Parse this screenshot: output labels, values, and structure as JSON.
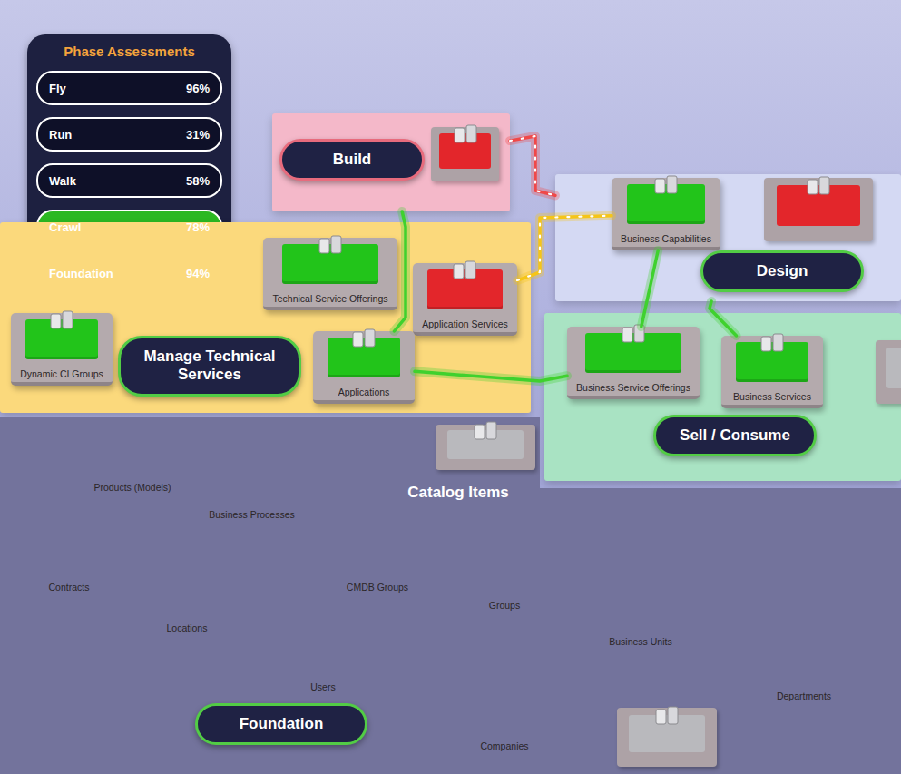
{
  "diagram": {
    "nodes": [
      {
        "text": [
          "Phase Assessments"
        ]
      },
      {
        "text": [
          "Fly",
          "96%"
        ],
        "in": 0
      },
      {
        "text": [
          "Run",
          "31%"
        ],
        "in": 0
      },
      {
        "text": [
          "Walk",
          "58%"
        ],
        "in": 0
      },
      {
        "text": [
          "Crawl",
          "78%"
        ],
        "in": 0
      },
      {
        "text": [
          "Foundation",
          "94%"
        ],
        "in": 0
      },
      {
        "text": [
          "Build"
        ]
      },
      {
        "text": [
          "Design"
        ]
      },
      {
        "text": [
          "Business Capabilities"
        ],
        "in": 7
      },
      {
        "text": [
          "Manage Technical Services"
        ]
      },
      {
        "text": [
          "Dynamic CI Groups"
        ],
        "in": 9
      },
      {
        "text": [
          "Technical Service Offerings"
        ],
        "in": 9
      },
      {
        "text": [
          "Application Services"
        ],
        "in": 9
      },
      {
        "text": [
          "Applications"
        ],
        "in": 9
      },
      {
        "text": [
          "Sell / Consume"
        ]
      },
      {
        "text": [
          "Business Service Offerings"
        ],
        "in": 14
      },
      {
        "text": [
          "Business Services"
        ],
        "in": 14
      },
      {
        "text": [
          "Foundation"
        ]
      },
      {
        "text": [
          "Catalog Items"
        ],
        "in": 17
      },
      {
        "text": [
          "Products (Models)"
        ],
        "in": 17
      },
      {
        "text": [
          "Business Processes"
        ],
        "in": 17
      },
      {
        "text": [
          "Contracts"
        ],
        "in": 17
      },
      {
        "text": [
          "Locations"
        ],
        "in": 17
      },
      {
        "text": [
          "CMDB Groups"
        ],
        "in": 17
      },
      {
        "text": [
          "Groups"
        ],
        "in": 17
      },
      {
        "text": [
          "Business Units"
        ],
        "in": 17
      },
      {
        "text": [
          "Users"
        ],
        "in": 17
      },
      {
        "text": [
          "Companies"
        ],
        "in": 17
      },
      {
        "text": [
          "Departments"
        ],
        "in": 17
      }
    ],
    "edges": [
      {
        "from": 6,
        "to": 7,
        "arrow": "none"
      },
      {
        "from": 12,
        "to": 8,
        "arrow": "none"
      },
      {
        "from": 6,
        "to": 13,
        "arrow": "none"
      },
      {
        "from": 8,
        "to": 15,
        "arrow": "none"
      },
      {
        "from": 7,
        "to": 16,
        "arrow": "none"
      },
      {
        "from": 13,
        "to": 15,
        "arrow": "none"
      }
    ]
  }
}
